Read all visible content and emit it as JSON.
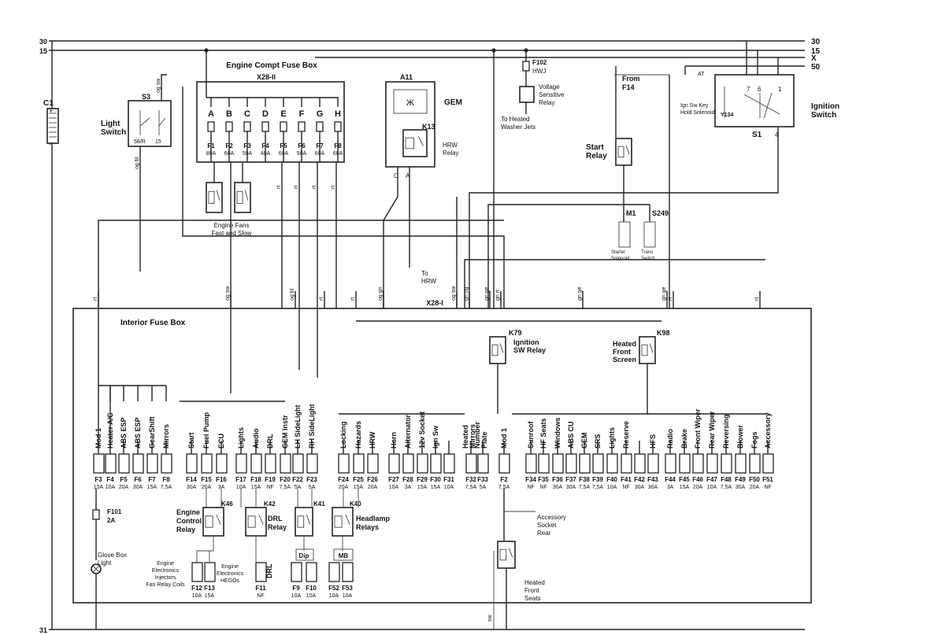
{
  "rails": {
    "left": [
      "30",
      "15",
      "31"
    ],
    "right": [
      "30",
      "15",
      "X",
      "50"
    ]
  },
  "c1": "C1",
  "light_switch": {
    "ref": "S3",
    "title": [
      "Light",
      "Switch"
    ],
    "terms": [
      "58/R",
      "15"
    ],
    "wires": [
      "og sw",
      "og bl"
    ]
  },
  "engine_box": {
    "title": "Engine Compt Fuse Box",
    "conn": "X28-II",
    "letters": [
      "A",
      "B",
      "C",
      "D",
      "E",
      "F",
      "G",
      "H"
    ],
    "fuses": [
      {
        "ref": "F1",
        "amp": "80A"
      },
      {
        "ref": "F2",
        "amp": "60A"
      },
      {
        "ref": "F3",
        "amp": "50A"
      },
      {
        "ref": "F4",
        "amp": "40A"
      },
      {
        "ref": "F5",
        "amp": "60A"
      },
      {
        "ref": "F6",
        "amp": "50A"
      },
      {
        "ref": "F7",
        "amp": "60A"
      },
      {
        "ref": "F8",
        "amp": "60A"
      }
    ],
    "fans_label": [
      "Engine Fans",
      "Fast and Slow"
    ],
    "wire_labels": [
      "rt",
      "rt",
      "rt",
      "rt"
    ]
  },
  "gem": {
    "ref": "A11",
    "title": "GEM",
    "relay_ref": "K13",
    "relay_label": [
      "HRW",
      "Relay"
    ],
    "pins": [
      "C",
      "A"
    ],
    "to": [
      "To",
      "HRW"
    ]
  },
  "washer": {
    "fuse": "F102",
    "fuse_label": "HWJ",
    "relay": [
      "Voltage",
      "Sensitive",
      "Relay"
    ],
    "to": [
      "To Heated",
      "Washer Jets"
    ]
  },
  "start_relay": {
    "title": [
      "Start",
      "Relay"
    ],
    "from": [
      "From",
      "F14"
    ]
  },
  "ignition": {
    "ref": "S1",
    "title": [
      "Ignition",
      "Switch"
    ],
    "solenoid": [
      "Ign Sw Key",
      "Hold Solenoid"
    ],
    "solenoid_ref": "Y134",
    "pins": [
      "7",
      "6",
      "1",
      "4"
    ],
    "at": "AT"
  },
  "starter": {
    "m1": "M1",
    "m1_label": [
      "Starter",
      "Solenoid"
    ],
    "s249": "S249",
    "s249_label": [
      "Trans",
      "Switch"
    ]
  },
  "interior_box": {
    "title": "Interior Fuse Box",
    "conn": "X28-I"
  },
  "wire_tags": [
    {
      "t": "rt"
    },
    {
      "t": "og sw"
    },
    {
      "t": "og bl"
    },
    {
      "t": "rt"
    },
    {
      "t": "rt"
    },
    {
      "t": "og gn"
    },
    {
      "t": "og sw"
    },
    {
      "t": "gn og"
    },
    {
      "t": "gn ge"
    },
    {
      "t": "gn rt"
    },
    {
      "t": "gn ge"
    },
    {
      "t": "gn ge"
    },
    {
      "t": "rt"
    },
    {
      "t": "rt"
    }
  ],
  "fuses": [
    {
      "ref": "F3",
      "amp": "15A",
      "name": "Mod 1"
    },
    {
      "ref": "F4",
      "amp": "10A",
      "name": "Heater A/C"
    },
    {
      "ref": "F5",
      "amp": "20A",
      "name": "ABS ESP"
    },
    {
      "ref": "F6",
      "amp": "30A",
      "name": "ABS ESP"
    },
    {
      "ref": "F7",
      "amp": "15A",
      "name": "GearShift"
    },
    {
      "ref": "F8",
      "amp": "7,5A",
      "name": "Mirrors"
    },
    {
      "ref": "F14",
      "amp": "30A",
      "name": "Start"
    },
    {
      "ref": "F15",
      "amp": "20A",
      "name": "Fuel Pump"
    },
    {
      "ref": "F16",
      "amp": "3A",
      "name": "ECU"
    },
    {
      "ref": "F17",
      "amp": "10A",
      "name": "Lights"
    },
    {
      "ref": "F18",
      "amp": "15A",
      "name": "Audio"
    },
    {
      "ref": "F19",
      "amp": "NF",
      "name": "DRL"
    },
    {
      "ref": "F20",
      "amp": "7,5A",
      "name": "GEM Instr"
    },
    {
      "ref": "F22",
      "amp": "5A",
      "name": "LH SideLight"
    },
    {
      "ref": "F23",
      "amp": "5A",
      "name": "RH SideLight"
    },
    {
      "ref": "F24",
      "amp": "20A",
      "name": "Locking"
    },
    {
      "ref": "F25",
      "amp": "15A",
      "name": "Hazards"
    },
    {
      "ref": "F26",
      "amp": "20A",
      "name": "HRW"
    },
    {
      "ref": "F27",
      "amp": "10A",
      "name": "Horn"
    },
    {
      "ref": "F28",
      "amp": "3A",
      "name": "Alternator"
    },
    {
      "ref": "F29",
      "amp": "15A",
      "name": "12v Socket"
    },
    {
      "ref": "F30",
      "amp": "15A",
      "name": "Ign Sw"
    },
    {
      "ref": "F31",
      "amp": "10A",
      "name": ""
    },
    {
      "ref": "F32",
      "amp": "7,5A",
      "name": "Heated Mirrors"
    },
    {
      "ref": "F33",
      "amp": "5A",
      "name": "Number Plate"
    },
    {
      "ref": "F2",
      "amp": "7,5A",
      "name": "Mod 1"
    },
    {
      "ref": "F34",
      "amp": "NF",
      "name": "Sunroof"
    },
    {
      "ref": "F35",
      "amp": "NF",
      "name": "HF Seats"
    },
    {
      "ref": "F36",
      "amp": "30A",
      "name": "Windows"
    },
    {
      "ref": "F37",
      "amp": "30A",
      "name": "ABS CU"
    },
    {
      "ref": "F38",
      "amp": "7,5A",
      "name": "GEM"
    },
    {
      "ref": "F39",
      "amp": "7,5A",
      "name": "SRS"
    },
    {
      "ref": "F40",
      "amp": "10A",
      "name": "Lights"
    },
    {
      "ref": "F41",
      "amp": "NF",
      "name": "Reserve"
    },
    {
      "ref": "F42",
      "amp": "30A",
      "name": ""
    },
    {
      "ref": "F43",
      "amp": "30A",
      "name": "HFS"
    },
    {
      "ref": "F44",
      "amp": "3A",
      "name": "Radio"
    },
    {
      "ref": "F45",
      "amp": "15A",
      "name": "Brake"
    },
    {
      "ref": "F46",
      "amp": "20A",
      "name": "Front Wiper"
    },
    {
      "ref": "F47",
      "amp": "10A",
      "name": "Rear Wiper"
    },
    {
      "ref": "F48",
      "amp": "7,5A",
      "name": "Reversing"
    },
    {
      "ref": "F49",
      "amp": "30A",
      "name": "Blower"
    },
    {
      "ref": "F50",
      "amp": "20A",
      "name": "Fogs"
    },
    {
      "ref": "F51",
      "amp": "NF",
      "name": "Accessory"
    }
  ],
  "relays": {
    "k79": {
      "ref": "K79",
      "label": [
        "Ignition",
        "SW Relay"
      ]
    },
    "k98": {
      "ref": "K98",
      "label": [
        "Heated",
        "Front",
        "Screen"
      ]
    },
    "k46": {
      "ref": "K46",
      "label": [
        "Engine",
        "Control",
        "Relay"
      ]
    },
    "k42": {
      "ref": "K42",
      "label": [
        "DRL",
        "Relay"
      ]
    },
    "k41": {
      "ref": "K41"
    },
    "k40": {
      "ref": "K40",
      "label": [
        "Headlamp",
        "Relays"
      ]
    }
  },
  "sub_fuses": [
    {
      "ref": "F12",
      "amp": "10A"
    },
    {
      "ref": "F13",
      "amp": "15A"
    },
    {
      "ref": "F11",
      "amp": "NF"
    },
    {
      "ref": "F9",
      "amp": "10A"
    },
    {
      "ref": "F10",
      "amp": "10A"
    },
    {
      "ref": "F52",
      "amp": "10A"
    },
    {
      "ref": "F53",
      "amp": "10A"
    }
  ],
  "sub_labels": {
    "eng_elec1": [
      "Engine",
      "Electronics",
      "Injectors",
      "Fan Relay Coils"
    ],
    "eng_elec2": [
      "Engine",
      "Electronics",
      "HEGOs"
    ],
    "drl": "DRL",
    "dip": "Dip",
    "mb": "MB",
    "f101": "F101",
    "f101_amp": "2A",
    "glove": [
      "Glove Box",
      "Light"
    ],
    "acc_socket": [
      "Accessory",
      "Socket",
      "Rear"
    ],
    "heated_seats": [
      "Heated",
      "Front",
      "Seats"
    ],
    "sw": "sw"
  }
}
